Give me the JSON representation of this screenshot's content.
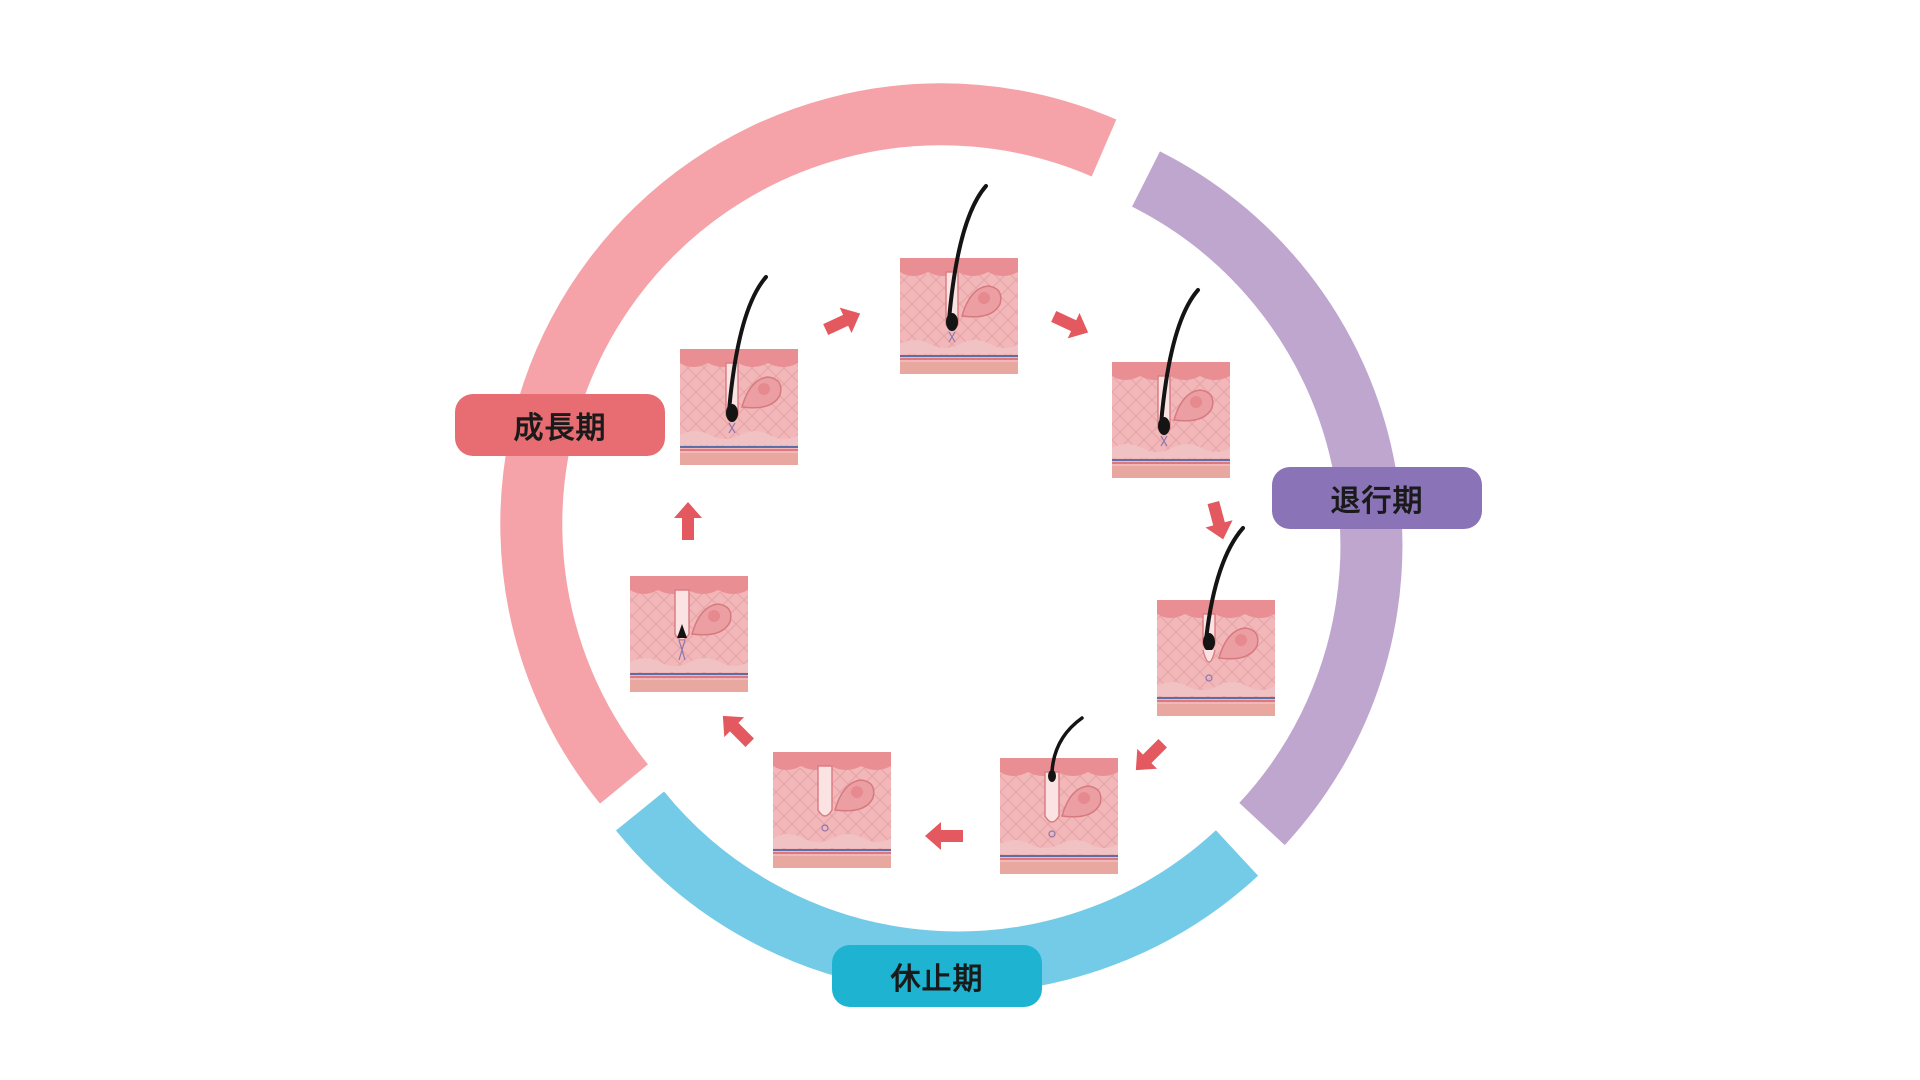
{
  "phases": [
    {
      "id": "growth",
      "label": "成長期",
      "color": "#f5a3a8",
      "pill_color": "#e86d73"
    },
    {
      "id": "regression",
      "label": "退行期",
      "color": "#bfa6cf",
      "pill_color": "#8a73b7"
    },
    {
      "id": "resting",
      "label": "休止期",
      "color": "#73cbe7",
      "pill_color": "#1fb3d2"
    }
  ],
  "stages": [
    {
      "id": "growth-early",
      "phase": "growth",
      "hair": "long"
    },
    {
      "id": "growth-peak",
      "phase": "growth",
      "hair": "long"
    },
    {
      "id": "regression-start",
      "phase": "regression",
      "hair": "long"
    },
    {
      "id": "regression-mid",
      "phase": "regression",
      "hair": "rising"
    },
    {
      "id": "resting-start",
      "phase": "resting",
      "hair": "short"
    },
    {
      "id": "resting-empty",
      "phase": "resting",
      "hair": "none"
    },
    {
      "id": "new-growth",
      "phase": "growth",
      "hair": "sprout"
    }
  ],
  "colors": {
    "skin": "#f2b7b9",
    "skin_top": "#e98e92",
    "mesh": "#e7a5a8",
    "base": "#e8a79f",
    "arrow": "#e4585f",
    "hair": "#141414",
    "vein_blue": "#5c6ea6"
  }
}
